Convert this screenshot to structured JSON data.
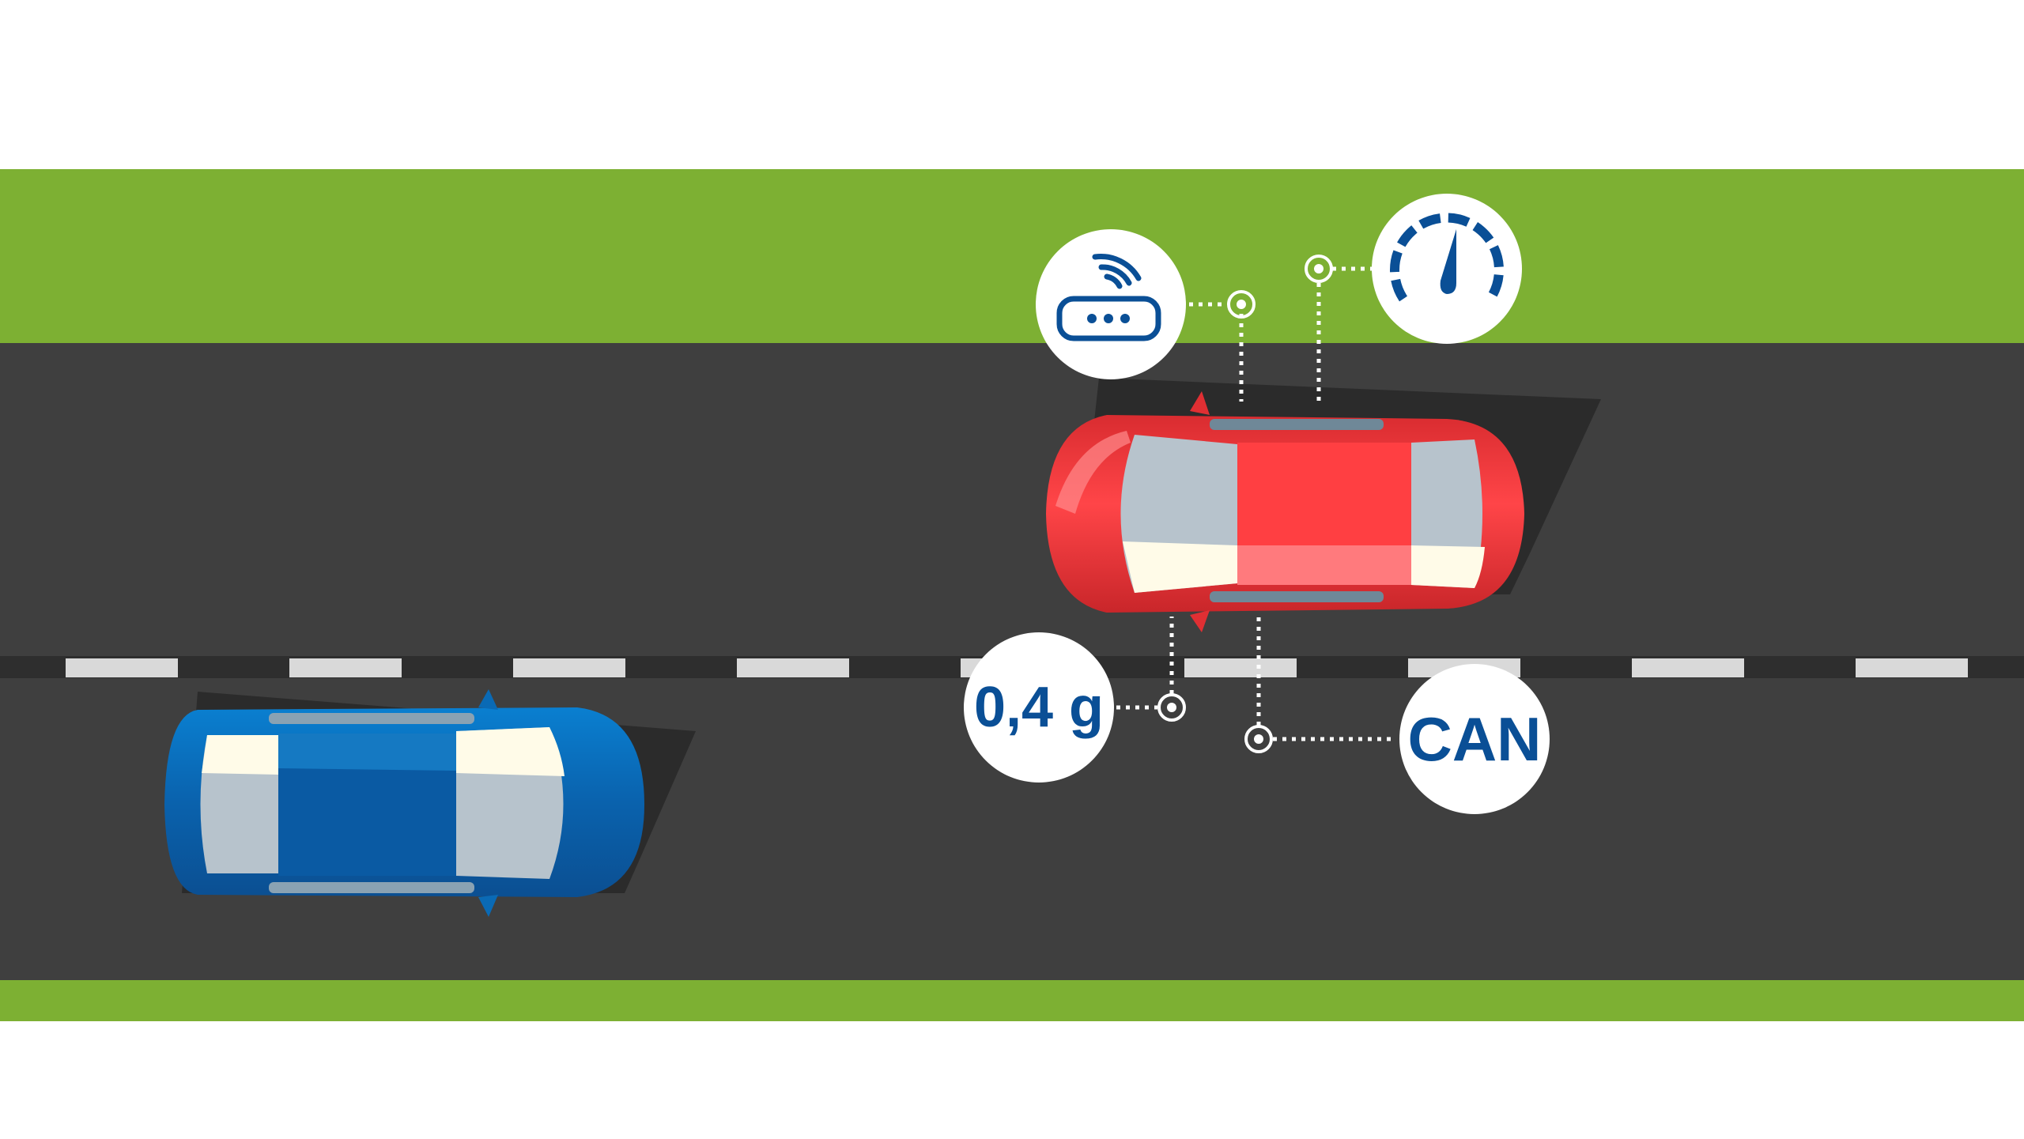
{
  "colors": {
    "background": "#ffffff",
    "grass": "#7db033",
    "asphalt": "#3f3f3f",
    "lane_marking": "#d9d9d9",
    "red_car": "#ff3f42",
    "blue_car": "#0a66b3",
    "icon_blue": "#0a4f96",
    "glass": "#b7c3cc",
    "callout_fill": "#ffffff",
    "connector": "#ffffff"
  },
  "vehicles": [
    {
      "name": "red-car",
      "role": "vehicle with sensors",
      "color": "#ff3f42"
    },
    {
      "name": "blue-car",
      "role": "following vehicle",
      "color": "#0a66b3"
    }
  ],
  "sensors": {
    "wireless": {
      "icon": "wireless-router-icon"
    },
    "speed": {
      "icon": "speedometer-icon"
    },
    "acceleration": {
      "label": "0,4 g"
    },
    "bus": {
      "label": "CAN"
    }
  }
}
